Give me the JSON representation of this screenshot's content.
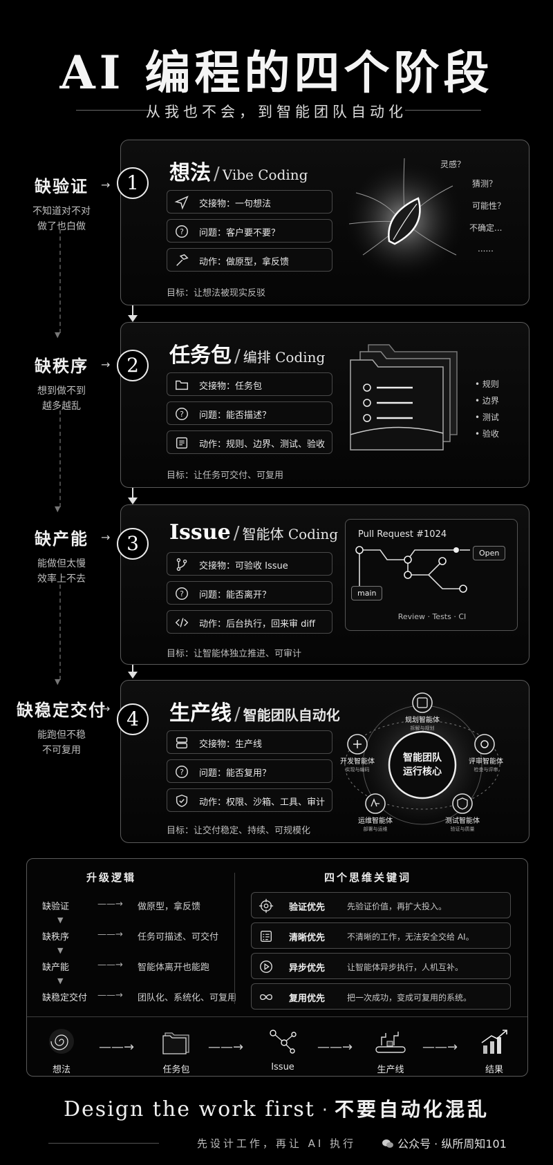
{
  "header": {
    "title": "AI 编程的四个阶段",
    "subtitle": "从我也不会，到智能团队自动化"
  },
  "stages": [
    {
      "num": "1",
      "title": "想法",
      "en": "Vibe Coding",
      "lack_title": "缺验证",
      "lack_sub1": "不知道对不对",
      "lack_sub2": "做了也白做",
      "rows": [
        "交接物：一句想法",
        "问题：客户要不要？",
        "动作：做原型，拿反馈"
      ],
      "goal": "目标：让想法被现实反驳",
      "side": [
        "灵感？",
        "猜测？",
        "可能性？",
        "不确定...",
        "......"
      ]
    },
    {
      "num": "2",
      "title": "任务包",
      "en": "编排 Coding",
      "lack_title": "缺秩序",
      "lack_sub1": "想到做不到",
      "lack_sub2": "越多越乱",
      "rows": [
        "交接物：任务包",
        "问题：能否描述？",
        "动作：规则、边界、测试、验收"
      ],
      "goal": "目标：让任务可交付、可复用",
      "side": [
        "• 规则",
        "• 边界",
        "• 测试",
        "• 验收"
      ]
    },
    {
      "num": "3",
      "title": "Issue",
      "en": "智能体 Coding",
      "lack_title": "缺产能",
      "lack_sub1": "能做但太慢",
      "lack_sub2": "效率上不去",
      "rows": [
        "交接物：可验收 Issue",
        "问题：能否离开？",
        "动作：后台执行，回来审 diff"
      ],
      "goal": "目标：让智能体独立推进、可审计",
      "pr": {
        "title": "Pull Request #1024",
        "open": "Open",
        "main": "main",
        "bottom": "Review · Tests · CI"
      }
    },
    {
      "num": "4",
      "title": "生产线",
      "en": "智能团队自动化",
      "lack_title": "缺稳定交付",
      "lack_sub1": "能跑但不稳",
      "lack_sub2": "不可复用",
      "rows": [
        "交接物：生产线",
        "问题：能否复用？",
        "动作：权限、沙箱、工具、审计"
      ],
      "goal": "目标：让交付稳定、持续、可规模化",
      "hub": {
        "core1": "智能团队",
        "core2": "运行核心",
        "nodes": [
          {
            "name": "规划智能体",
            "sub": "拆解与规划"
          },
          {
            "name": "评审智能体",
            "sub": "检查与评审"
          },
          {
            "name": "测试智能体",
            "sub": "验证与质量"
          },
          {
            "name": "运维智能体",
            "sub": "部署与运维"
          },
          {
            "name": "开发智能体",
            "sub": "实现与编码"
          }
        ]
      }
    }
  ],
  "summary": {
    "left_title": "升级逻辑",
    "right_title": "四个思维关键词",
    "upgrades": [
      {
        "from": "缺验证",
        "to": "做原型，拿反馈"
      },
      {
        "from": "缺秩序",
        "to": "任务可描述、可交付"
      },
      {
        "from": "缺产能",
        "to": "智能体离开也能跑"
      },
      {
        "from": "缺稳定交付",
        "to": "团队化、系统化、可复用"
      }
    ],
    "keywords": [
      {
        "icon": "target-icon",
        "title": "验证优先",
        "desc": "先验证价值，再扩大投入。"
      },
      {
        "icon": "checklist-icon",
        "title": "清晰优先",
        "desc": "不清晰的工作，无法安全交给 AI。"
      },
      {
        "icon": "play-icon",
        "title": "异步优先",
        "desc": "让智能体异步执行，人机互补。"
      },
      {
        "icon": "infinity-icon",
        "title": "复用优先",
        "desc": "把一次成功，变成可复用的系统。"
      }
    ],
    "flow": [
      "想法",
      "任务包",
      "Issue",
      "生产线",
      "结果"
    ]
  },
  "footer": {
    "en": "Design the work first",
    "dot": "·",
    "cn": "不要自动化混乱",
    "sub": "先设计工作，再让 AI 执行",
    "watermark": "公众号 · 纵所周知101"
  },
  "colors": {
    "background": "#000000",
    "text": "#e8e8e8",
    "border": "#5b5b5b"
  }
}
